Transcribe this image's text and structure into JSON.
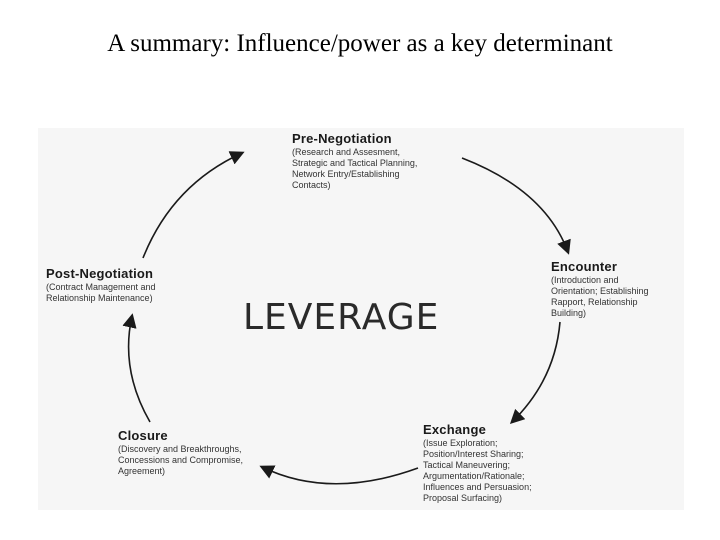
{
  "slide": {
    "title": "A summary: Influence/power as a key determinant"
  },
  "diagram": {
    "center_label": "LEVERAGE",
    "stages": [
      {
        "id": "pre-negotiation",
        "title": "Pre-Negotiation",
        "description": "(Research and Assesment,\nStrategic and Tactical Planning,\nNetwork Entry/Establishing\nContacts)"
      },
      {
        "id": "encounter",
        "title": "Encounter",
        "description": "(Introduction and\nOrientation; Establishing\nRapport, Relationship\nBuilding)"
      },
      {
        "id": "exchange",
        "title": "Exchange",
        "description": "(Issue Exploration;\nPosition/Interest Sharing;\nTactical Maneuvering;\nArgumentation/Rationale;\nInfluences and Persuasion;\nProposal Surfacing)"
      },
      {
        "id": "closure",
        "title": "Closure",
        "description": "(Discovery and Breakthroughs,\nConcessions and Compromise,\nAgreement)"
      },
      {
        "id": "post-negotiation",
        "title": "Post-Negotiation",
        "description": "(Contract Management and\nRelationship Maintenance)"
      }
    ],
    "colors": {
      "arrows": "#1a1a1a",
      "background": "#f6f6f6",
      "text": "#1a1a1a"
    }
  }
}
